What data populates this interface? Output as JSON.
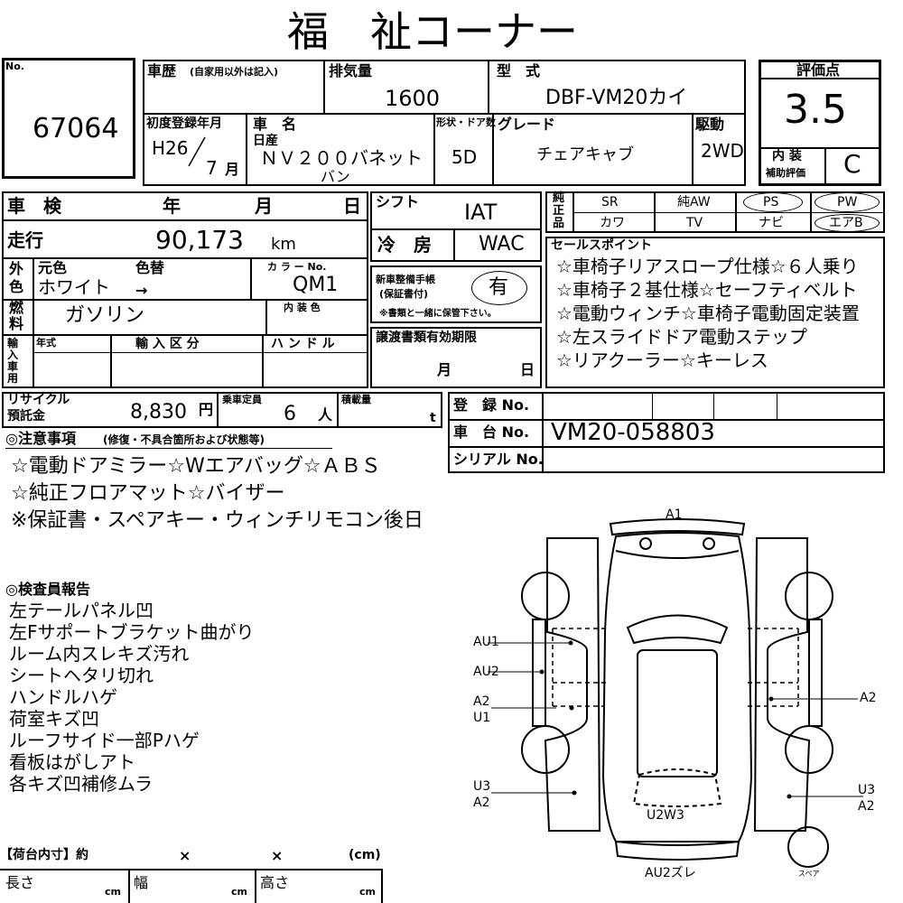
{
  "header": {
    "title": "福　祉コーナー"
  },
  "lot": {
    "label": "No.",
    "number": "67064"
  },
  "vehicle": {
    "history_label": "車歴",
    "history_note": "(自家用以外は記入)",
    "displacement_label": "排気量",
    "displacement": "1600",
    "model_label": "型　式",
    "model": "DBF-VM20カイ",
    "first_reg_label": "初度登録年月",
    "first_reg_year": "H26",
    "first_reg_month": "7",
    "month_unit": "月",
    "name_label": "車　名",
    "maker": "日産",
    "name_line1": "ＮＶ２００バネット",
    "name_line2": "バン",
    "doors_label": "形状・ドア数",
    "doors": "5D",
    "grade_label": "グレード",
    "grade": "チェアキャブ",
    "drive_label": "駆動",
    "drive": "2WD"
  },
  "rating": {
    "label": "評価点",
    "score": "3.5",
    "interior_label_1": "内 装",
    "interior_label_2": "補助評価",
    "interior": "C"
  },
  "inspection": {
    "shaken_label": "車　検",
    "year_label": "年",
    "month_label": "月",
    "day_label": "日",
    "mileage_label": "走行",
    "mileage": "90,173",
    "mileage_unit": "km",
    "color_side_1": "外",
    "color_side_2": "色",
    "orig_color_label": "元色",
    "color_change_label": "色替",
    "color": "ホワイト",
    "color_arrow": "→",
    "color_no_label": "カ ラ ー No.",
    "color_no": "QM1",
    "fuel_side_1": "燃",
    "fuel_side_2": "料",
    "fuel": "ガソリン",
    "interior_color_label": "内 装 色",
    "import_side": "輸入車用",
    "import_year_label": "年式",
    "import_type_label": "輸 入 区 分",
    "handle_label": "ハ ン ド ル"
  },
  "shift": {
    "label": "シフト",
    "value": "IAT",
    "ac_label": "冷　房",
    "ac_value": "WAC"
  },
  "maintenance": {
    "label_1": "新車整備手帳",
    "label_2": "(保証書付)",
    "value": "有",
    "note": "※書類と一緒に保管下さい。"
  },
  "transfer": {
    "label": "譲渡書類有効期限",
    "month_label": "月",
    "day_label": "日"
  },
  "options": {
    "side_1": "純",
    "side_2": "正",
    "side_3": "品",
    "row1": [
      "SR",
      "純AW",
      "PS",
      "PW"
    ],
    "row2": [
      "カワ",
      "TV",
      "ナビ",
      "エアB"
    ]
  },
  "sales_points": {
    "label": "セールスポイント",
    "lines": [
      "☆車椅子リアスロープ仕様☆６人乗り",
      "☆車椅子２基仕様☆セーフティベルト",
      "☆電動ウィンチ☆車椅子電動固定装置",
      "☆左スライドドア電動ステップ",
      "☆リアクーラー☆キーレス"
    ]
  },
  "recycle": {
    "label_1": "リサイクル",
    "label_2": "預託金",
    "amount": "8,830",
    "unit": "円",
    "capacity_label": "乗車定員",
    "capacity": "6",
    "capacity_unit": "人",
    "load_label": "積載量",
    "load_unit": "t"
  },
  "registration": {
    "reg_label": "登　録 No.",
    "chassis_label": "車　台 No.",
    "chassis": "VM20-058803",
    "serial_label": "シリアル No."
  },
  "notes": {
    "title": "◎注意事項",
    "subtitle": "(修復・不具合箇所および状態等)",
    "lines": [
      "☆電動ドアミラー☆Wエアバッグ☆ＡＢＳ",
      "☆純正フロアマット☆バイザー",
      "※保証書・スペアキー・ウィンチリモコン後日"
    ]
  },
  "inspector": {
    "title": "◎検査員報告",
    "lines": [
      "左テールパネル凹",
      "左Fサポートブラケット曲がり",
      "ルーム内スレキズ汚れ",
      "シートヘタリ切れ",
      "ハンドルハゲ",
      "荷室キズ凹",
      "ルーフサイド一部Pハゲ",
      "看板はがしアト",
      "各キズ凹補修ムラ"
    ]
  },
  "cargo": {
    "title": "【荷台内寸】約",
    "x1": "×",
    "x2": "×",
    "unit": "(cm)",
    "length_label": "長さ",
    "width_label": "幅",
    "height_label": "高さ",
    "cm": "cm"
  },
  "diagram": {
    "a1": "A1",
    "au1": "AU1",
    "au2": "AU2",
    "left_mid_1": "A2",
    "left_mid_2": "U1",
    "right_mid": "A2",
    "left_low_1": "U3",
    "left_low_2": "A2",
    "right_low_1": "U3",
    "right_low_2": "A2",
    "rear_mark": "U2W3",
    "bumper_mark": "AU2ズレ",
    "spare": "スペア"
  }
}
